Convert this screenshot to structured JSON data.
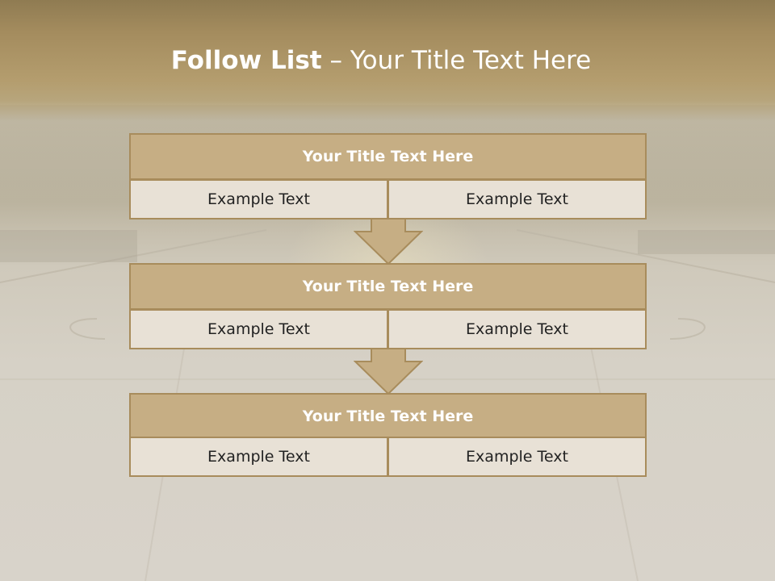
{
  "slide": {
    "title_bold": "Follow List",
    "title_rest": " – Your Title Text Here",
    "colors": {
      "title_band": "#a48c5e",
      "header_fill": "#c6ae84",
      "cell_fill": "#e8e1d6",
      "border": "#a88c5c"
    }
  },
  "steps": [
    {
      "title": "Your Title Text Here",
      "left": "Example Text",
      "right": "Example Text"
    },
    {
      "title": "Your Title Text Here",
      "left": "Example Text",
      "right": "Example Text"
    },
    {
      "title": "Your Title Text Here",
      "left": "Example Text",
      "right": "Example Text"
    }
  ],
  "icons": {
    "connector": "down-arrow-icon"
  }
}
